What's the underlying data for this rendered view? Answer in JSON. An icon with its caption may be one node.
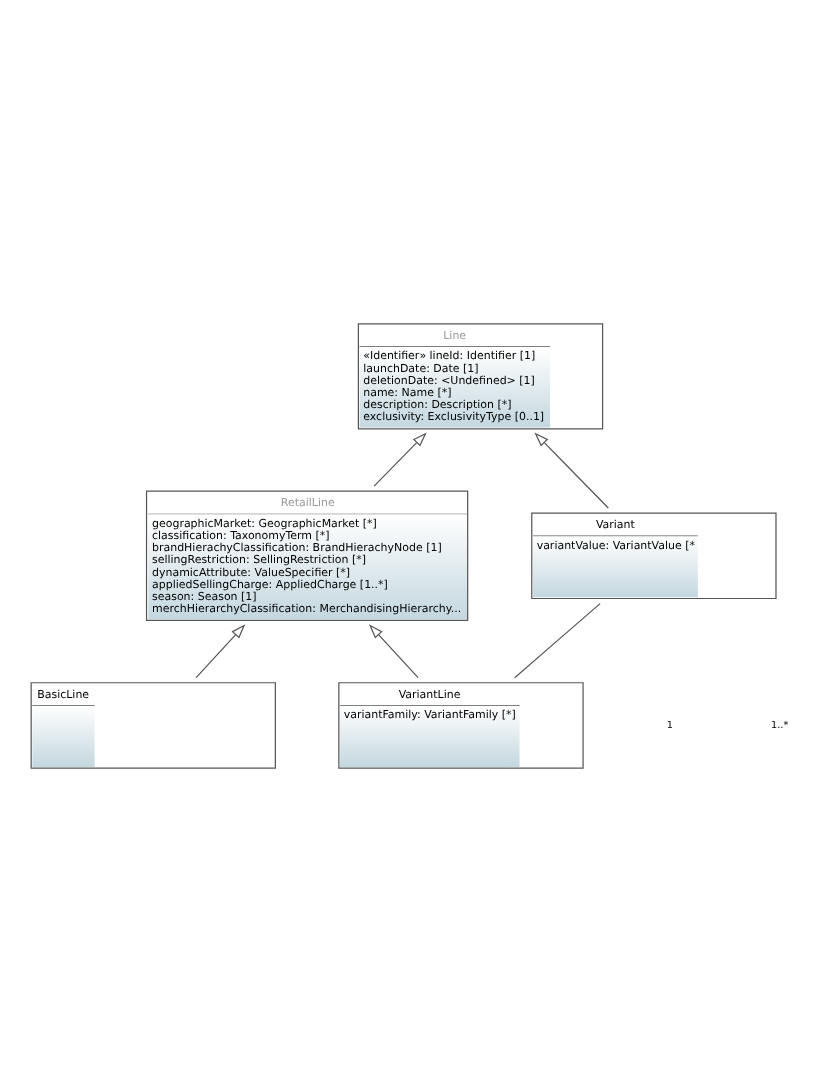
{
  "diagram": {
    "nodes": [
      {
        "text": [
          "Line",
          "«Identifier» lineId: Identifier [1]",
          "launchDate: Date [1]",
          "deletionDate: <Undefined> [1]",
          "name: Name [*]",
          "description: Description [*]",
          "exclusivity: ExclusivityType [0..1]"
        ]
      },
      {
        "text": [
          "RetailLine",
          "geographicMarket: GeographicMarket [*]",
          "classification: TaxonomyTerm [*]",
          "brandHierachyClassification: BrandHierachyNode [1]",
          "sellingRestriction: SellingRestriction [*]",
          "dynamicAttribute: ValueSpecifier [*]",
          "appliedSellingCharge: AppliedCharge [1..*]",
          "season: Season [1]",
          "merchHierarchyClassification: MerchandisingHierarchy..."
        ]
      },
      {
        "text": [
          "BasicLine"
        ]
      },
      {
        "text": [
          "VariantLine",
          "variantFamily: VariantFamily [*]"
        ]
      },
      {
        "text": [
          "Variant",
          "variantValue: VariantValue [*"
        ]
      }
    ],
    "edges": [
      {
        "from": 1,
        "to": 0,
        "arrow": "to"
      },
      {
        "from": 2,
        "to": 1,
        "arrow": "to"
      },
      {
        "from": 3,
        "to": 1,
        "arrow": "to"
      },
      {
        "from": 4,
        "to": 0,
        "arrow": "to"
      },
      {
        "from": 3,
        "to": 4,
        "arrow": "none"
      }
    ],
    "labels": [
      "1",
      "1..*"
    ]
  }
}
